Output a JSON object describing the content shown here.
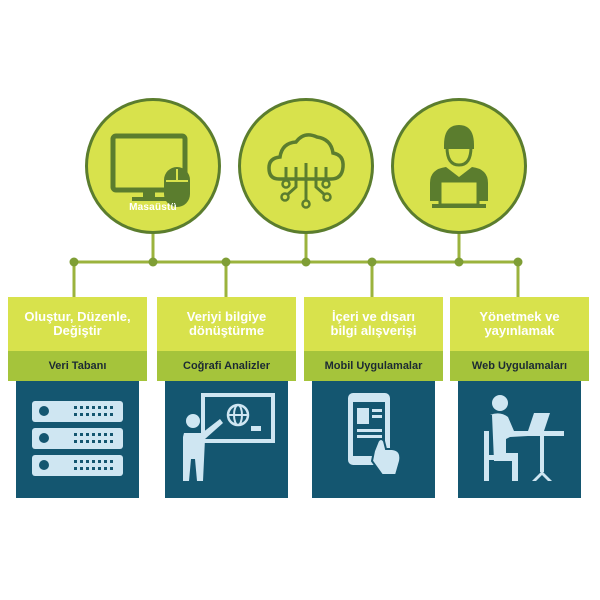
{
  "circles": [
    {
      "icon": "desktop-computer-icon",
      "label": "Masaüstü"
    },
    {
      "icon": "cloud-network-icon",
      "label": ""
    },
    {
      "icon": "person-laptop-icon",
      "label": ""
    }
  ],
  "cards": [
    {
      "title": "Oluştur, Düzenle,\nDeğiştir",
      "subtitle": "Veri Tabanı",
      "icon": "server-rack-icon"
    },
    {
      "title": "Veriyi bilgiye\ndönüştürme",
      "subtitle": "Coğrafi Analizler",
      "icon": "presentation-globe-icon"
    },
    {
      "title": "İçeri ve dışarı\nbilgi alışverişi",
      "subtitle": "Mobil Uygulamalar",
      "icon": "mobile-touch-icon"
    },
    {
      "title": "Yönetmek ve\nyayınlamak",
      "subtitle": "Web Uygulamaları",
      "icon": "person-desk-laptop-icon"
    }
  ],
  "colors": {
    "lime": "#d8e24c",
    "green": "#a5c43b",
    "dark_green": "#5b7d2e",
    "teal": "#145670",
    "icon_light": "#cfe6f2"
  }
}
